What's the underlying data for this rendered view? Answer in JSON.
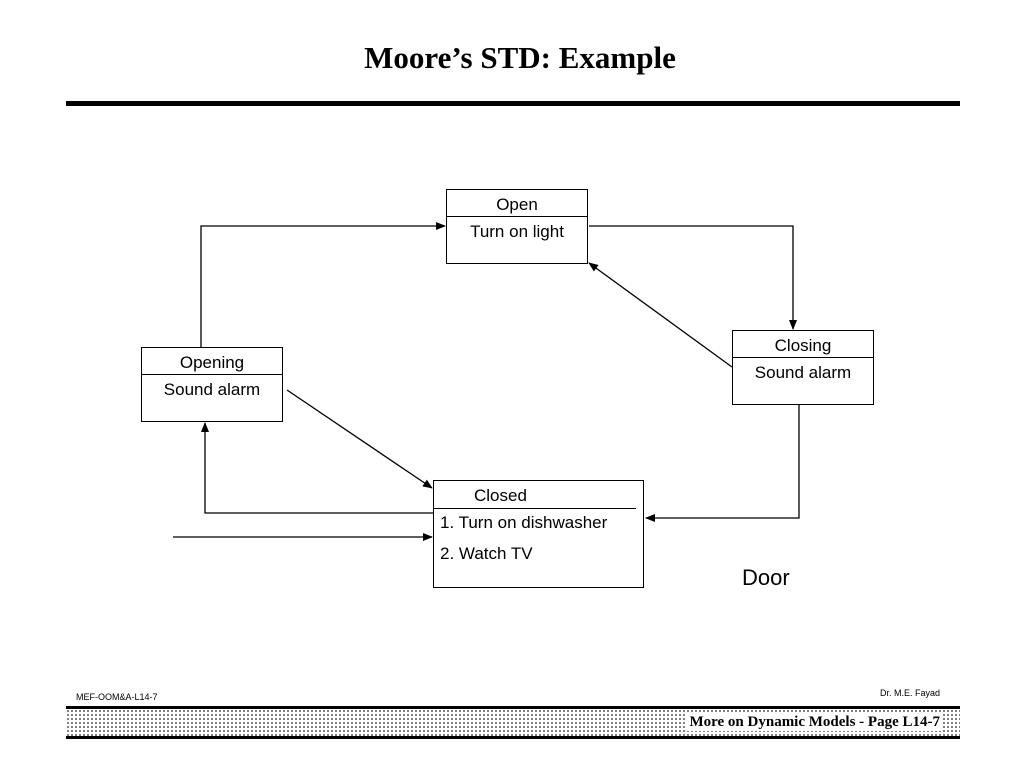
{
  "slide": {
    "title": "Moore’s STD: Example",
    "diagram_label": "Door"
  },
  "states": {
    "open": {
      "name": "Open",
      "actions": [
        "Turn on light"
      ]
    },
    "closing": {
      "name": "Closing",
      "actions": [
        "Sound alarm"
      ]
    },
    "opening": {
      "name": "Opening",
      "actions": [
        "Sound alarm"
      ]
    },
    "closed": {
      "name": "Closed",
      "actions": [
        "1. Turn on dishwasher",
        "2. Watch TV"
      ]
    }
  },
  "transitions": [
    {
      "from": "opening",
      "to": "open"
    },
    {
      "from": "open",
      "to": "closing"
    },
    {
      "from": "closing",
      "to": "open"
    },
    {
      "from": "closing",
      "to": "closed"
    },
    {
      "from": "closed",
      "to": "opening"
    },
    {
      "from": "opening",
      "to": "closed"
    },
    {
      "from": "initial",
      "to": "closed"
    }
  ],
  "footer": {
    "code": "MEF-OOM&A-L14-7",
    "author": "Dr. M.E. Fayad",
    "page_label": "More on Dynamic Models  - Page L14-7"
  }
}
